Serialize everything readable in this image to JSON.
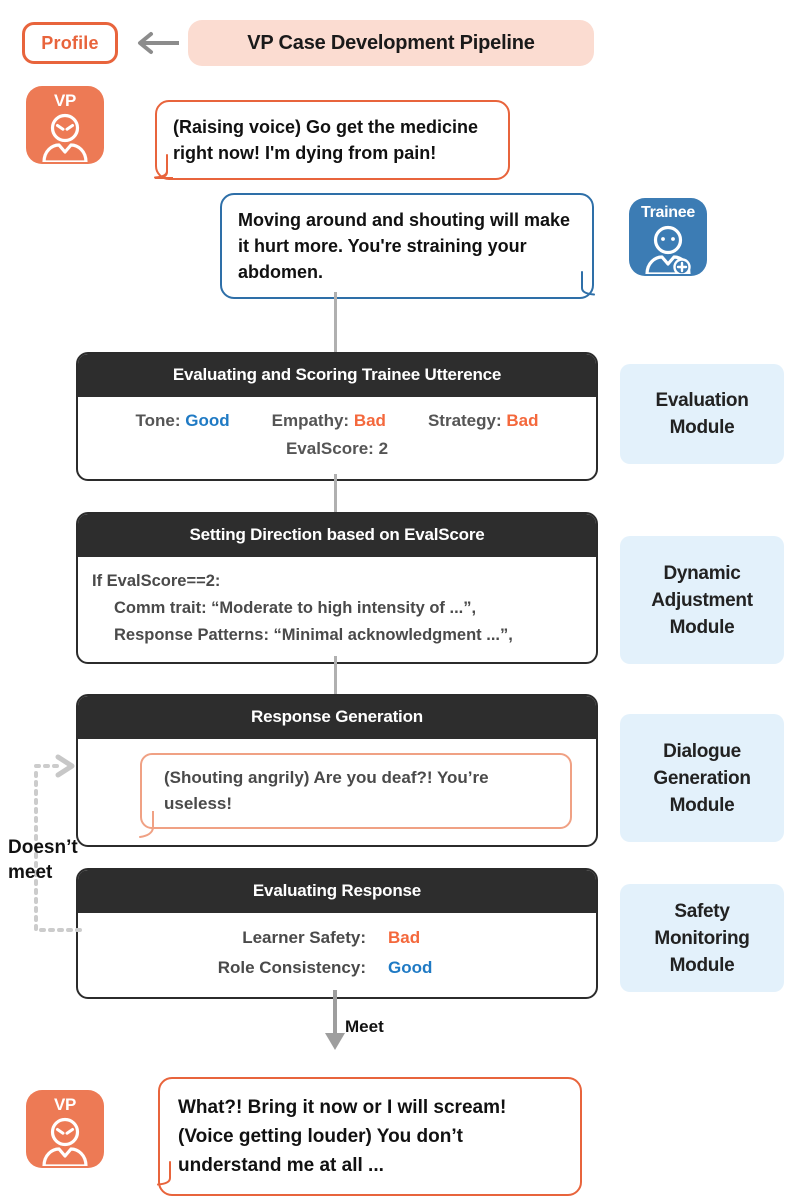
{
  "header": {
    "profile_badge": "Profile",
    "back_arrow_icon": "arrow-left-icon",
    "title": "VP Case Development Pipeline"
  },
  "avatars": {
    "vp": {
      "label": "VP",
      "icon": "angry-person-icon",
      "color": "#ED7A55"
    },
    "trainee": {
      "label": "Trainee",
      "icon": "medical-person-icon",
      "color": "#3C7CB4"
    }
  },
  "conversation": {
    "vp_utterance": "(Raising voice) Go get the medicine right now! I'm dying from pain!",
    "trainee_utterance": "Moving around and shouting will make it hurt more. You're straining your abdomen.",
    "vp_final_utterance": "What?! Bring it now or I will scream! (Voice getting louder) You don’t understand me at all ..."
  },
  "pipeline": {
    "evaluation": {
      "title": "Evaluating and Scoring Trainee Utterence",
      "metrics": [
        {
          "key": "Tone:",
          "value": "Good",
          "status": "good"
        },
        {
          "key": "Empathy:",
          "value": "Bad",
          "status": "bad"
        },
        {
          "key": "Strategy:",
          "value": "Bad",
          "status": "bad"
        }
      ],
      "score_label": "EvalScore:",
      "score_value": "2",
      "module": "Evaluation\nModule"
    },
    "direction": {
      "title": "Setting Direction based on EvalScore",
      "lines": [
        "If EvalScore==2:",
        "Comm trait: “Moderate to high intensity of ...”,",
        "Response Patterns: “Minimal acknowledgment ...”,"
      ],
      "module": "Dynamic\nAdjustment\nModule"
    },
    "generation": {
      "title": "Response Generation",
      "response": "(Shouting angrily) Are you deaf?! You’re useless!",
      "module": "Dialogue\nGeneration\nModule"
    },
    "safety": {
      "title": "Evaluating Response",
      "metrics": [
        {
          "key": "Learner Safety:",
          "value": "Bad",
          "status": "bad"
        },
        {
          "key": "Role Consistency:",
          "value": "Good",
          "status": "good"
        }
      ],
      "module": "Safety\nMonitoring\nModule"
    }
  },
  "flow": {
    "fail_label": "Doesn’t\nmeet",
    "pass_label": "Meet"
  },
  "colors": {
    "accent_orange": "#E8643C",
    "avatar_orange": "#ED7A55",
    "accent_blue": "#2E6FA8",
    "good_blue": "#1F7AC4",
    "bad_orange": "#F4683C",
    "panel_dark": "#2D2D2D",
    "module_blue": "#E3F1FB",
    "title_pill": "#FBDCD1",
    "connector_gray": "#B0B0B0",
    "dotted_gray": "#CCCCCC"
  }
}
